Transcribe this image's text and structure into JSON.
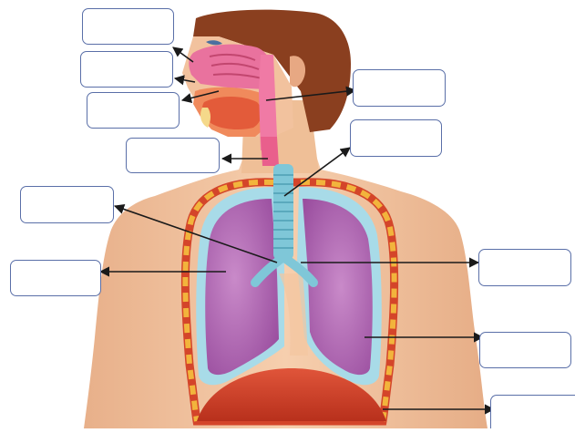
{
  "diagram": {
    "label_boxes": [
      {
        "id": "box-1",
        "value": ""
      },
      {
        "id": "box-2",
        "value": ""
      },
      {
        "id": "box-3",
        "value": ""
      },
      {
        "id": "box-4",
        "value": ""
      },
      {
        "id": "box-5",
        "value": ""
      },
      {
        "id": "box-6",
        "value": ""
      },
      {
        "id": "box-7",
        "value": ""
      },
      {
        "id": "box-8",
        "value": ""
      },
      {
        "id": "box-9",
        "value": ""
      },
      {
        "id": "box-10",
        "value": ""
      },
      {
        "id": "box-11",
        "value": ""
      }
    ]
  },
  "colors": {
    "skin": "#f3c6a0",
    "hair": "#8a3f1f",
    "lung": "#b56ab8",
    "pleura": "#a8dbe8",
    "airway": "#7fc7d8",
    "ribs": "#f2b43c",
    "diaphragm": "#d8452a",
    "nasal": "#e9729e",
    "box_border": "#5a6fa8"
  }
}
